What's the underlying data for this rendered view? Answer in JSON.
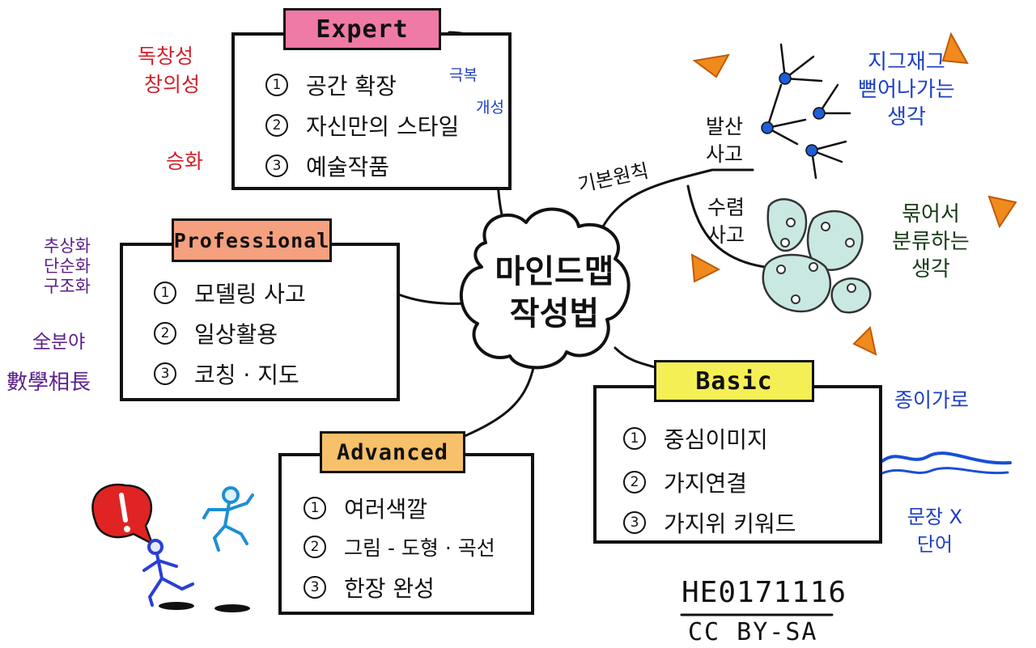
{
  "center": {
    "line1": "마인드맵",
    "line2": "작성법"
  },
  "expert": {
    "title": "Expert",
    "items": [
      "공간 확장",
      "자신만의 스타일",
      "예술작품"
    ],
    "annotations": [
      "극복",
      "개성"
    ],
    "side_notes": [
      "독창성",
      "창의성",
      "승화"
    ]
  },
  "professional": {
    "title": "Professional",
    "items": [
      "모델링 사고",
      "일상활용",
      "코칭 · 지도"
    ],
    "side_notes": [
      "추상화",
      "단순화",
      "구조화",
      "全분야",
      "數學相長"
    ]
  },
  "advanced": {
    "title": "Advanced",
    "items": [
      "여러색깔",
      "그림 - 도형 · 곡선",
      "한장 완성"
    ]
  },
  "basic": {
    "title": "Basic",
    "items": [
      "중심이미지",
      "가지연결",
      "가지위 키워드"
    ],
    "side_notes": [
      "종이가로",
      "문장 X",
      "단어"
    ]
  },
  "principles": {
    "label": "기본원칙",
    "divergent": {
      "line1": "발산",
      "line2": "사고",
      "desc": [
        "지그재그",
        "뻗어나가는",
        "생각"
      ]
    },
    "convergent": {
      "line1": "수렴",
      "line2": "사고",
      "desc": [
        "묶어서",
        "분류하는",
        "생각"
      ]
    }
  },
  "numbers": [
    "1",
    "2",
    "3"
  ],
  "footer": {
    "code": "HE0171116",
    "license": "CC BY-SA"
  },
  "colors": {
    "expert_tag": "#f07aa6",
    "professional_tag": "#f5a07e",
    "advanced_tag": "#f7c06a",
    "basic_tag": "#f5ef56",
    "note_red": "#d0202a",
    "note_purple": "#5a1e8a",
    "note_blue": "#1d3fc4",
    "triangle": "#f08a1c",
    "cluster_fill": "#c9e8e2",
    "node": "#1e5ed8",
    "water": "#1a4fd6",
    "alert": "#e02424"
  },
  "icons": [
    "alert-bubble-icon",
    "jumping-person-icon",
    "walking-person-icon",
    "triangle-icon"
  ]
}
